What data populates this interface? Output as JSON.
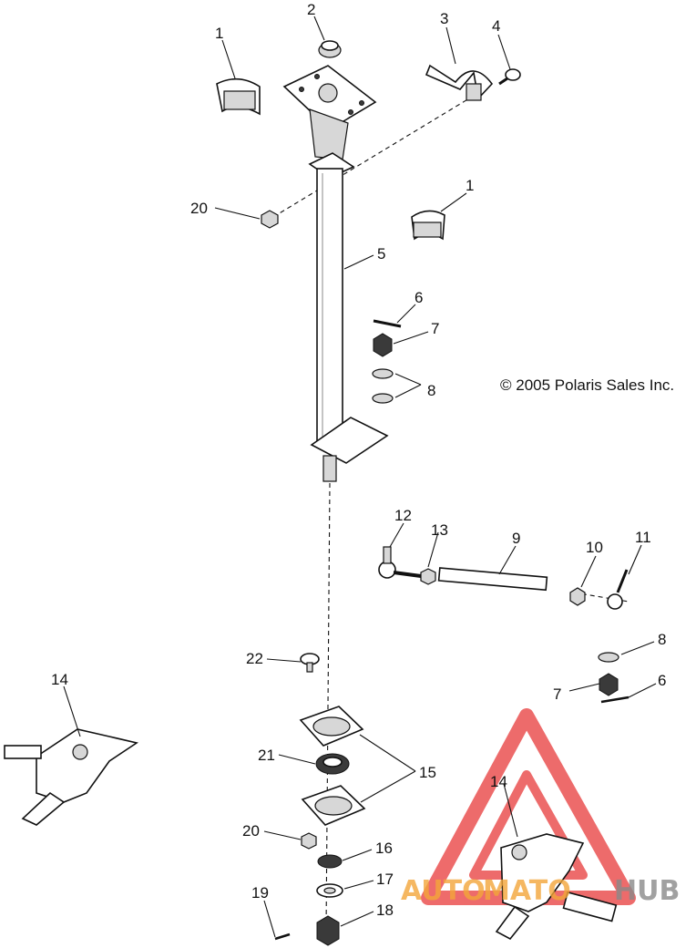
{
  "diagram": {
    "copyright": "© 2005 Polaris Sales Inc.",
    "watermark": {
      "text_left": "AUTO",
      "text_mid": "MATO",
      "text_right": "HUB",
      "color_orange": "#f3a63a",
      "color_gray": "#8a8a8a",
      "color_red": "#e83a3a"
    },
    "callouts": {
      "c1a": "1",
      "c2": "2",
      "c3": "3",
      "c4": "4",
      "c1b": "1",
      "c20a": "20",
      "c5": "5",
      "c6a": "6",
      "c7a": "7",
      "c8a": "8",
      "c12": "12",
      "c13": "13",
      "c9": "9",
      "c10": "10",
      "c11": "11",
      "c8b": "8",
      "c7b": "7",
      "c6b": "6",
      "c22": "22",
      "c14a": "14",
      "c21": "21",
      "c15": "15",
      "c14b": "14",
      "c20b": "20",
      "c16": "16",
      "c17": "17",
      "c18": "18",
      "c19": "19"
    }
  }
}
